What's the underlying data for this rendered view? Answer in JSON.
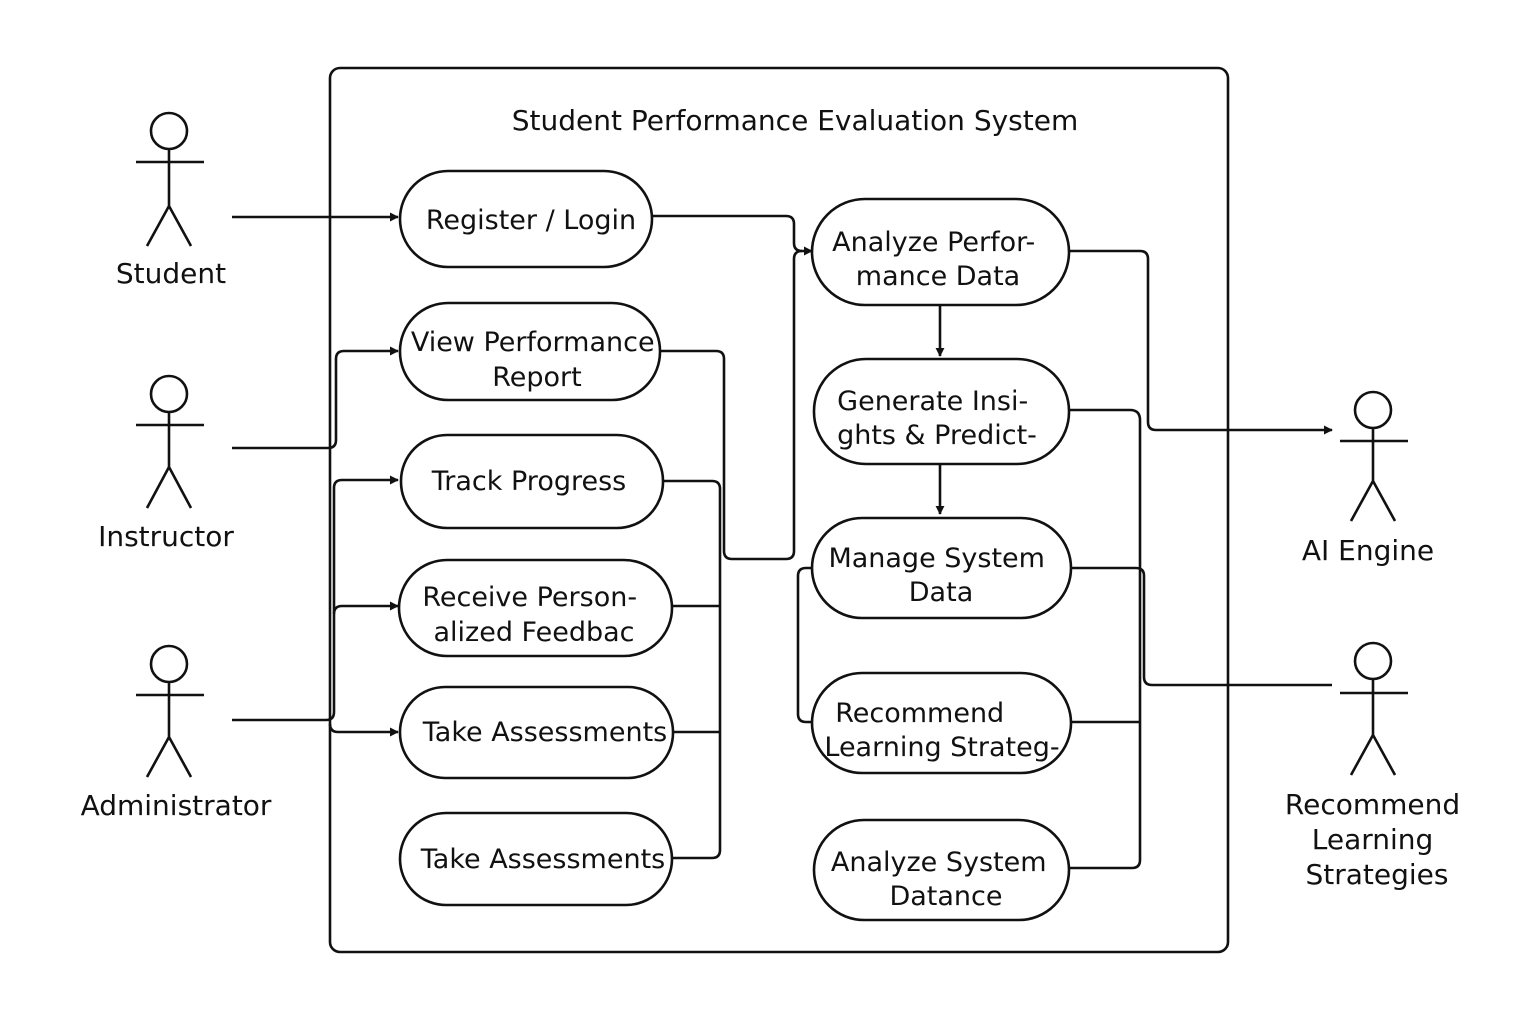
{
  "title": "Student Performance Evaluation System",
  "actors": [
    {
      "id": "student",
      "lines": [
        "Student"
      ]
    },
    {
      "id": "instructor",
      "lines": [
        "Instructor"
      ]
    },
    {
      "id": "administrator",
      "lines": [
        "Administrator"
      ]
    },
    {
      "id": "ai-engine",
      "lines": [
        "AI Engine"
      ]
    },
    {
      "id": "recommend-learning-strategies",
      "lines": [
        "Recommend",
        "Learning",
        "Strategies"
      ]
    }
  ],
  "use_cases": [
    {
      "id": "register-login",
      "lines": [
        "Register / Login"
      ]
    },
    {
      "id": "view-performance-report",
      "lines": [
        "View Performance",
        "Report"
      ]
    },
    {
      "id": "track-progress",
      "lines": [
        "Track Progress"
      ]
    },
    {
      "id": "receive-personalized-feedback",
      "lines": [
        "Receive Person-",
        "alized Feedbac"
      ]
    },
    {
      "id": "take-assessments-1",
      "lines": [
        "Take Assessments"
      ]
    },
    {
      "id": "take-assessments-2",
      "lines": [
        "Take Assessments"
      ]
    },
    {
      "id": "analyze-performance-data",
      "lines": [
        "Analyze Perfor-",
        "mance Data"
      ]
    },
    {
      "id": "generate-insights",
      "lines": [
        "Generate Insi-",
        "ghts & Predict-"
      ]
    },
    {
      "id": "manage-system-data",
      "lines": [
        "Manage System",
        "Data"
      ]
    },
    {
      "id": "recommend-learning-strateg",
      "lines": [
        "Recommend",
        "Learning Strateg-"
      ]
    },
    {
      "id": "analyze-system-datance",
      "lines": [
        "Analyze System",
        "Datance"
      ]
    }
  ]
}
